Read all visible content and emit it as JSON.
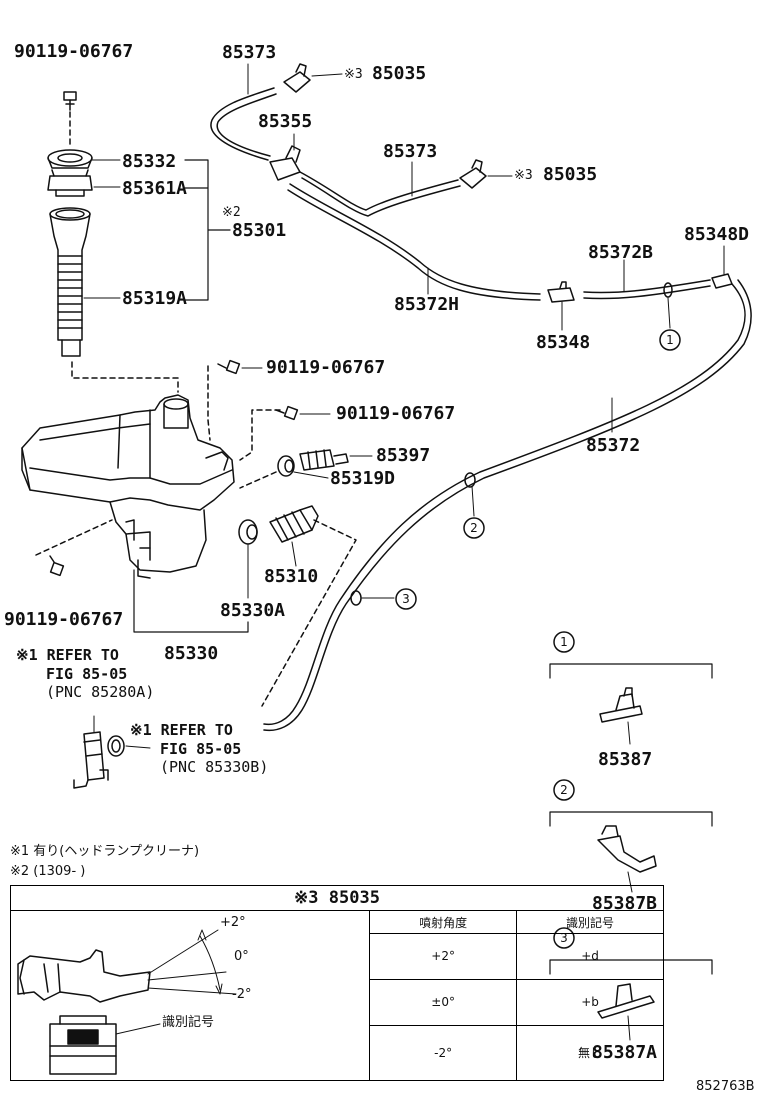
{
  "parts": {
    "p1": "90119-06767",
    "p2": "85373",
    "p3": "85035",
    "p4": "85355",
    "p5": "85373",
    "p6": "85035",
    "p7": "85332",
    "p8": "85361A",
    "p9": "85301",
    "p10": "85319A",
    "p11": "85372B",
    "p12": "85348D",
    "p13": "85372H",
    "p14": "85348",
    "p15": "90119-06767",
    "p16": "90119-06767",
    "p17": "85372",
    "p18": "85397",
    "p19": "85319D",
    "p20": "85310",
    "p21": "85330A",
    "p22": "90119-06767",
    "p23": "85330",
    "p24": "85387",
    "p25": "85387B",
    "p26": "85387A"
  },
  "marks": {
    "m3a": "※3",
    "m3b": "※3",
    "m2": "※2",
    "c1": "1",
    "c2": "2",
    "c3": "3",
    "c1b": "1",
    "c2b": "2",
    "c3b": "3"
  },
  "refs": {
    "r1_l1": "※1 REFER TO",
    "r1_l2": "FIG 85-05",
    "r1_l3": "(PNC 85280A)",
    "r2_l1": "※1 REFER TO",
    "r2_l2": "FIG 85-05",
    "r2_l3": "(PNC 85330B)"
  },
  "notes": {
    "n1": "※1 有り(ヘッドランプクリーナ)",
    "n2": "※2 (1309-      )"
  },
  "legend": {
    "title": "※3 85035",
    "col1": "噴射角度",
    "col2": "識別記号",
    "rows": [
      {
        "angle": "+2°",
        "code": "+d"
      },
      {
        "angle": "±0°",
        "code": "+b"
      },
      {
        "angle": "-2°",
        "code": "無し"
      }
    ],
    "fig_plus": "+2°",
    "fig_zero": "0°",
    "fig_minus": "-2°",
    "fig_mark": "識別記号"
  },
  "code": "852763B"
}
